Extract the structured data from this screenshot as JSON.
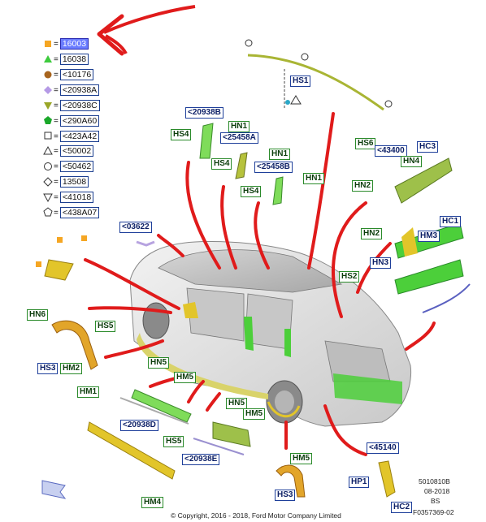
{
  "legend": [
    {
      "code": "16003",
      "symbol": "square-orange",
      "highlight": true
    },
    {
      "code": "16038",
      "symbol": "triangle-green",
      "highlight": false
    },
    {
      "code": "<10176",
      "symbol": "circle-brown",
      "highlight": false
    },
    {
      "code": "<20938A",
      "symbol": "diamond-purple",
      "highlight": false
    },
    {
      "code": "<20938C",
      "symbol": "triangle-down-olive",
      "highlight": false
    },
    {
      "code": "<290A60",
      "symbol": "pentagon-green",
      "highlight": false
    },
    {
      "code": "<423A42",
      "symbol": "square-outline",
      "highlight": false
    },
    {
      "code": "<50002",
      "symbol": "triangle-outline",
      "highlight": false
    },
    {
      "code": "<50462",
      "symbol": "circle-outline",
      "highlight": false
    },
    {
      "code": "13508",
      "symbol": "diamond-outline",
      "highlight": false
    },
    {
      "code": "<41018",
      "symbol": "triangle-down-outline",
      "highlight": false
    },
    {
      "code": "<438A07",
      "symbol": "pentagon-outline",
      "highlight": false
    }
  ],
  "part_labels": {
    "hs1": "HS1",
    "c20938b": "<20938B",
    "hn1_a": "HN1",
    "hs4_a": "HS4",
    "c25458a": "<25458A",
    "hn1_b": "HN1",
    "hs4_b": "HS4",
    "c25458b": "<25458B",
    "hs4_c": "HS4",
    "hn1_c": "HN1",
    "hs6": "HS6",
    "c43400": "<43400",
    "hc3": "HC3",
    "hn4": "HN4",
    "hn2_a": "HN2",
    "hc1": "HC1",
    "hn2_b": "HN2",
    "hm3": "HM3",
    "hn3": "HN3",
    "hs2": "HS2",
    "c03622": "<03622",
    "hn6": "HN6",
    "hs5_a": "HS5",
    "hs3_a": "HS3",
    "hm2": "HM2",
    "hn5_a": "HN5",
    "hm5_a": "HM5",
    "hm1": "HM1",
    "c20938d": "<20938D",
    "hn5_b": "HN5",
    "hm5_b": "HM5",
    "hs5_b": "HS5",
    "c20938e": "<20938E",
    "hm5_c": "HM5",
    "c45140": "<45140",
    "hp1": "HP1",
    "hs3_b": "HS3",
    "hm4": "HM4",
    "hc2": "HC2"
  },
  "footer": {
    "copyright": "© Copyright, 2016 - 2018, Ford Motor Company Limited",
    "code1": "5010810B",
    "date": "08-2018",
    "bs": "BS",
    "ref": "F0357369-02"
  },
  "colors": {
    "arrow_red": "#e01b1b",
    "part_green": "#4ccf3a",
    "part_olive": "#b6c23c",
    "part_yellow": "#e2c52a",
    "label_blue": "#1e3f9a",
    "label_green": "#2a8a2a",
    "highlight": "#6a7cff"
  }
}
